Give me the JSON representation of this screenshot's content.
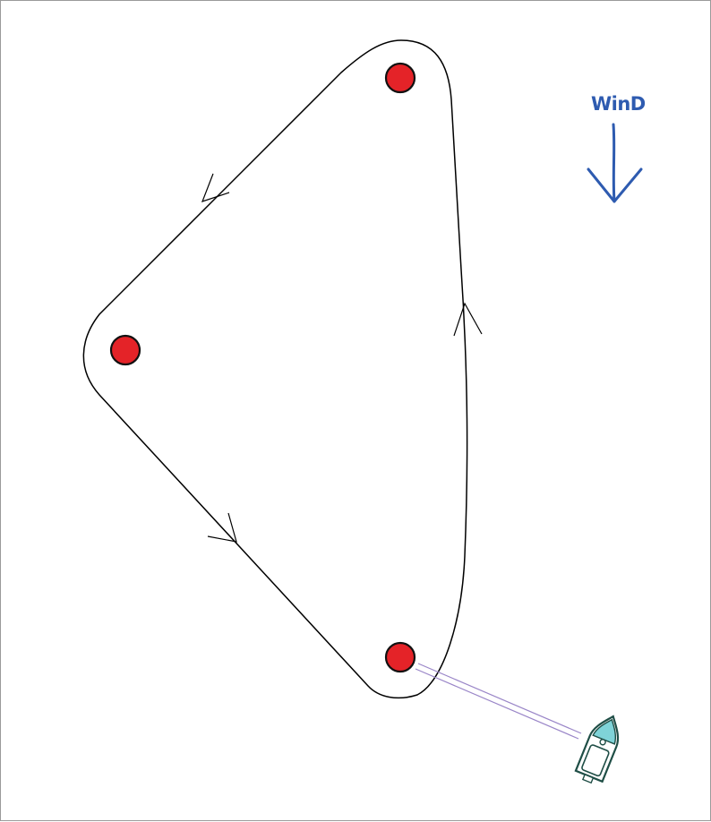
{
  "wind": {
    "label": "WinD",
    "direction": "down",
    "icon": "arrow-down-icon"
  },
  "marks": [
    {
      "name": "mark-top"
    },
    {
      "name": "mark-left"
    },
    {
      "name": "mark-bottom"
    }
  ],
  "colors": {
    "mark_fill": "#e42328",
    "mark_stroke": "#111111",
    "course_line": "#000000",
    "wind": "#2e5bb0",
    "tow_line": "#9a86c8",
    "boat_hull": "#1f4e46",
    "boat_bow": "#7fd3d8",
    "frame_border": "#9a9a9a"
  }
}
